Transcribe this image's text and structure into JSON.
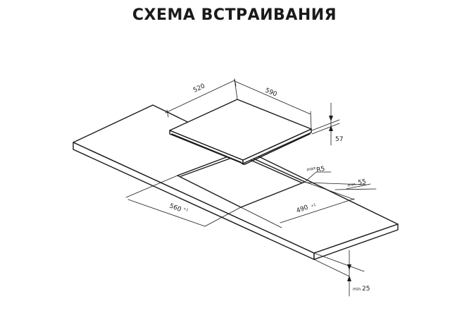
{
  "title": "СХЕМА ВСТРАИВАНИЯ",
  "dimensions": {
    "hob_depth": "520",
    "hob_width": "590",
    "hob_height": "57",
    "corner_radius_prefix": "max",
    "corner_radius": "R5",
    "edge_offset_prefix": "min",
    "edge_offset": "55",
    "cutout_width": "560",
    "cutout_width_tol": "+1",
    "cutout_depth": "490",
    "cutout_depth_tol": "+1",
    "countertop_thickness_prefix": "min",
    "countertop_thickness": "25"
  },
  "colors": {
    "line": "#1a1a1a",
    "background": "#ffffff"
  }
}
